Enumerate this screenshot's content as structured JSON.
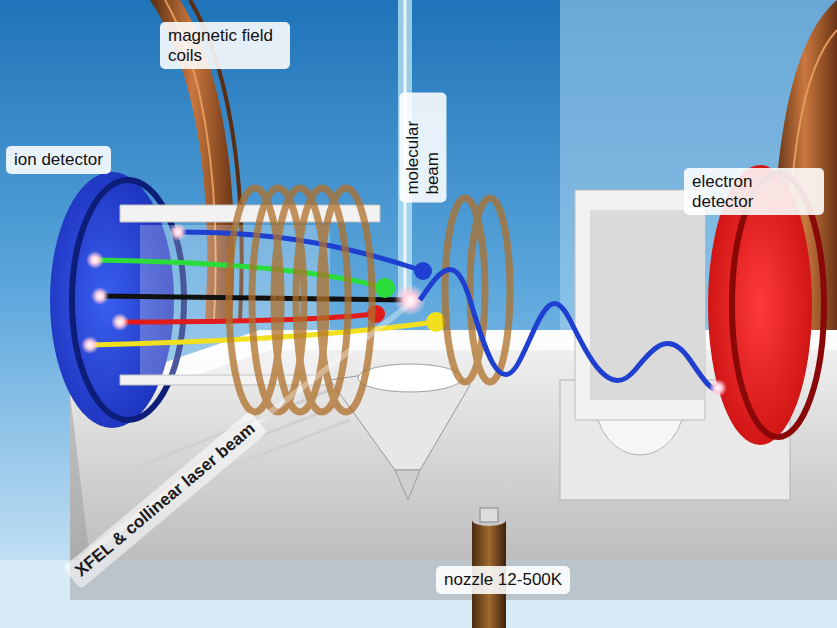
{
  "diagram": {
    "labels": [
      "magnetic field coils",
      "ion detector",
      "molecular beam",
      "electron detector",
      "XFEL & collinear laser beam",
      "nozzle 12-500K"
    ]
  }
}
